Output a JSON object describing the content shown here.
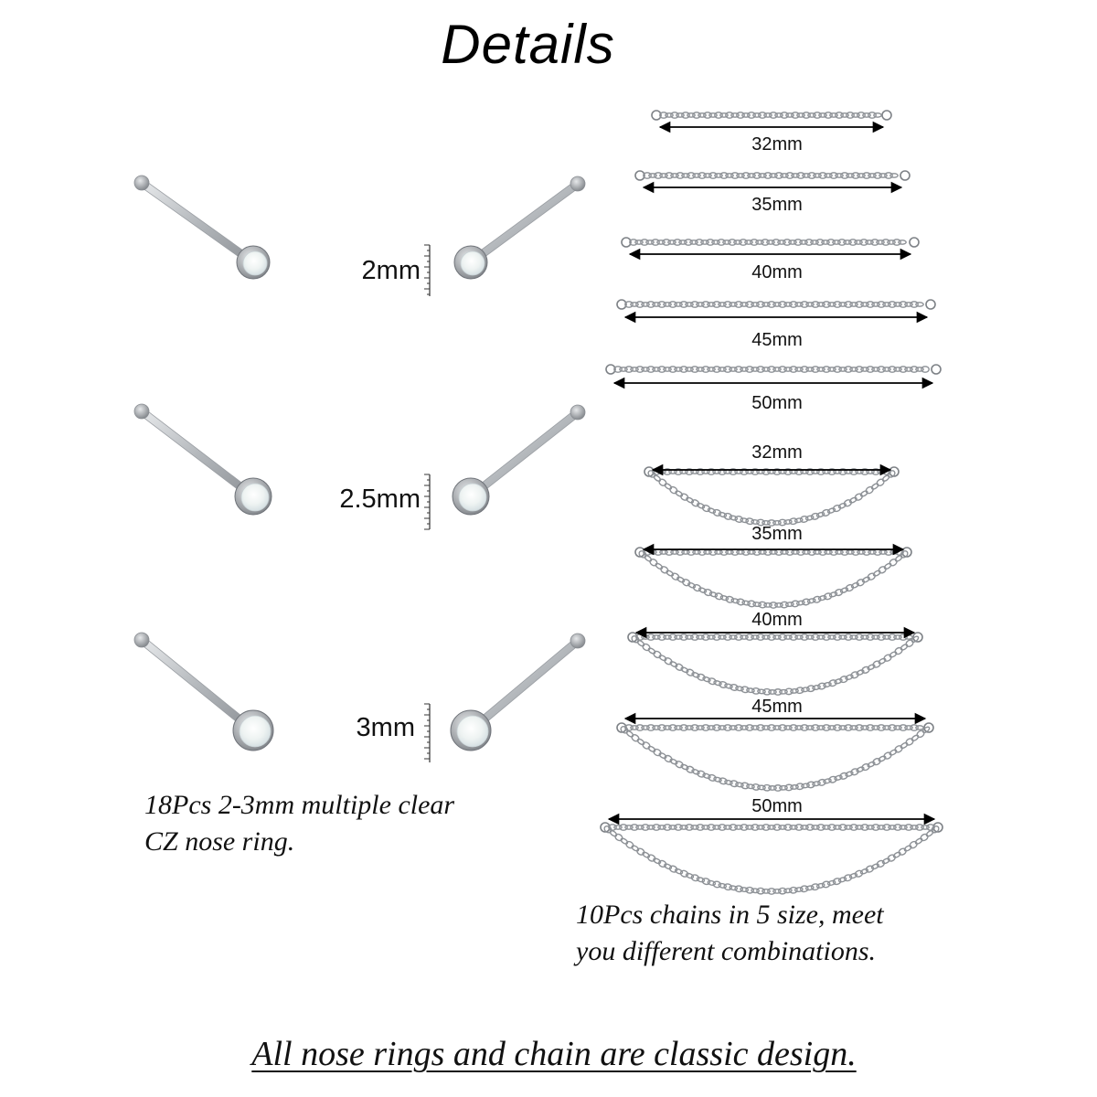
{
  "title": "Details",
  "rings": {
    "sizes": [
      "2mm",
      "2.5mm",
      "3mm"
    ],
    "caption_line1": "18Pcs 2-3mm multiple clear",
    "caption_line2": "CZ nose ring."
  },
  "chains": {
    "straight_lengths": [
      "32mm",
      "35mm",
      "40mm",
      "45mm",
      "50mm"
    ],
    "double_lengths": [
      "32mm",
      "35mm",
      "40mm",
      "45mm",
      "50mm"
    ],
    "caption_line1": "10Pcs chains in 5 size, meet",
    "caption_line2": "you different combinations."
  },
  "footer": "All nose rings and chain are classic design.",
  "colors": {
    "metal": "#b9bcc0",
    "metal_dark": "#7d8186",
    "opal": "#eef3f4",
    "text": "#111111"
  }
}
